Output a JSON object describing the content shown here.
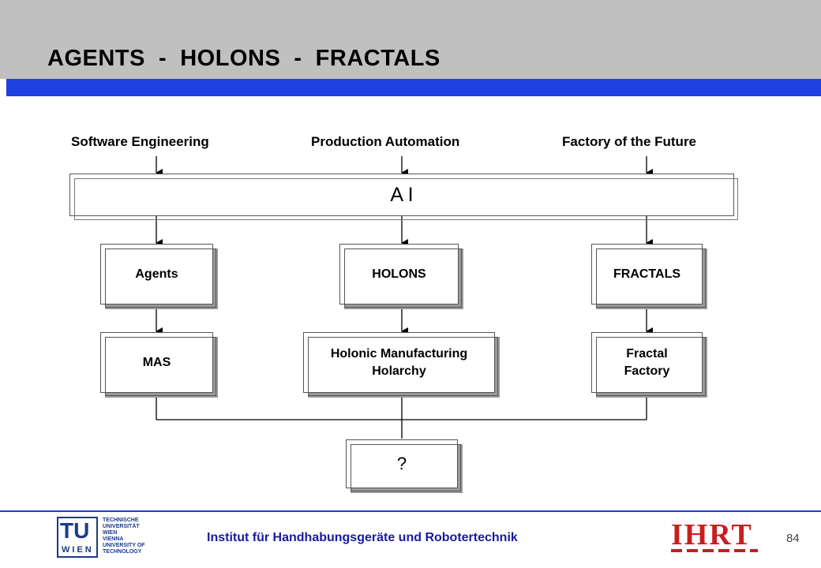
{
  "header": {
    "title": "AGENTS  -  HOLONS  -  FRACTALS"
  },
  "sources": [
    {
      "label": "Software Engineering"
    },
    {
      "label": "Production Automation"
    },
    {
      "label": "Factory of the Future"
    }
  ],
  "ai_box": {
    "label": "A I"
  },
  "middle_row": [
    {
      "label": "Agents"
    },
    {
      "label": "HOLONS"
    },
    {
      "label": "FRACTALS"
    }
  ],
  "bottom_row": [
    {
      "label": "MAS"
    },
    {
      "label": "Holonic Manufacturing\nHolarchy"
    },
    {
      "label": "Fractal\nFactory"
    }
  ],
  "result_box": {
    "label": "?"
  },
  "footer": {
    "institute": "Institut für Handhabungsgeräte und Robotertechnik",
    "page_number": "84",
    "tu_logo": "TU WIEN",
    "tu_text": "TECHNISCHE UNIVERSITÄT WIEN VIENNA UNIVERSITY OF TECHNOLOGY",
    "ihrt_logo": "IHRT"
  },
  "colors": {
    "accent_blue": "#1f3fe0",
    "header_gray": "#c0c0c0",
    "logo_red": "#c81e1e"
  }
}
